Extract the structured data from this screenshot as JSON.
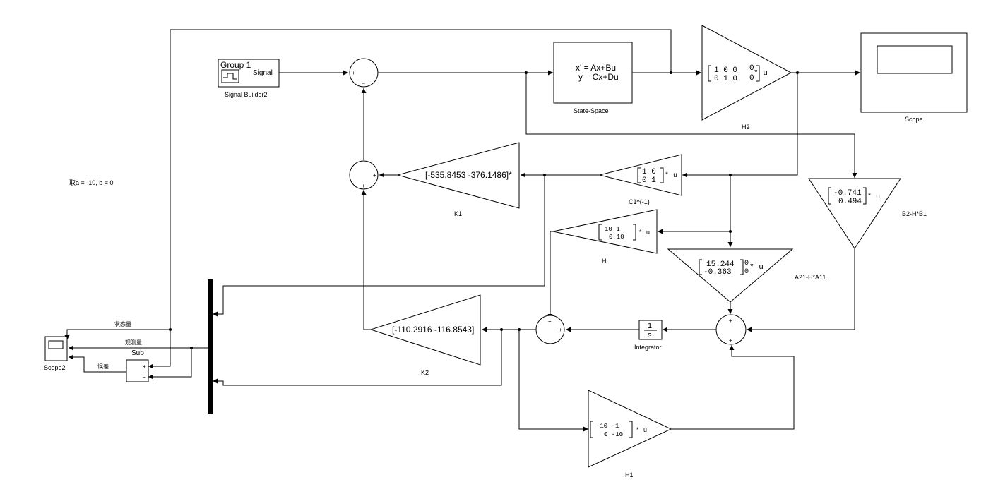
{
  "blocks": {
    "signal_builder": {
      "group": "Group 1",
      "port": "Signal",
      "name": "Signal Builder2"
    },
    "state_space": {
      "line1": "x' = Ax+Bu",
      "line2": "y = Cx+Du",
      "name": "State-Space"
    },
    "h2": {
      "row1": "1 0 0",
      "row2": "0 1 0",
      "trail1": "0",
      "trail2": "0",
      "op": "* u",
      "name": "H2"
    },
    "scope": {
      "name": "Scope"
    },
    "k1": {
      "label": "[-535.8453 -376.1486]*",
      "name": "K1"
    },
    "c1inv": {
      "row1": "1 0",
      "row2": "0 1",
      "op": "* u",
      "name": "C1^(-1)"
    },
    "b2hb1": {
      "row1": "-0.741",
      "row2": "0.494",
      "op": "* u",
      "name": "B2-H*B1"
    },
    "h": {
      "row1": "10   1",
      "row2": "0  10",
      "op": "* u",
      "name": "H"
    },
    "a21": {
      "row1": "15.244",
      "row2": "-0.363",
      "trail1": "0",
      "trail2": "0",
      "op": "* u",
      "name": "A21-H*A11"
    },
    "k2": {
      "label": "[-110.2916 -116.8543]",
      "name": "K2"
    },
    "integrator": {
      "num": "1",
      "den": "s",
      "name": "Integrator"
    },
    "h1": {
      "row1": "-10  -1",
      "row2": "0 -10",
      "op": "* u",
      "name": "H1"
    },
    "scope2": {
      "name": "Scope2"
    },
    "sub": {
      "name": "Sub"
    }
  },
  "signal_labels": {
    "state": "状态量",
    "observed": "观测量",
    "error": "误差"
  },
  "note": "取a = -10, b = 0",
  "sum_signs": {
    "plus": "+",
    "minus": "−"
  }
}
